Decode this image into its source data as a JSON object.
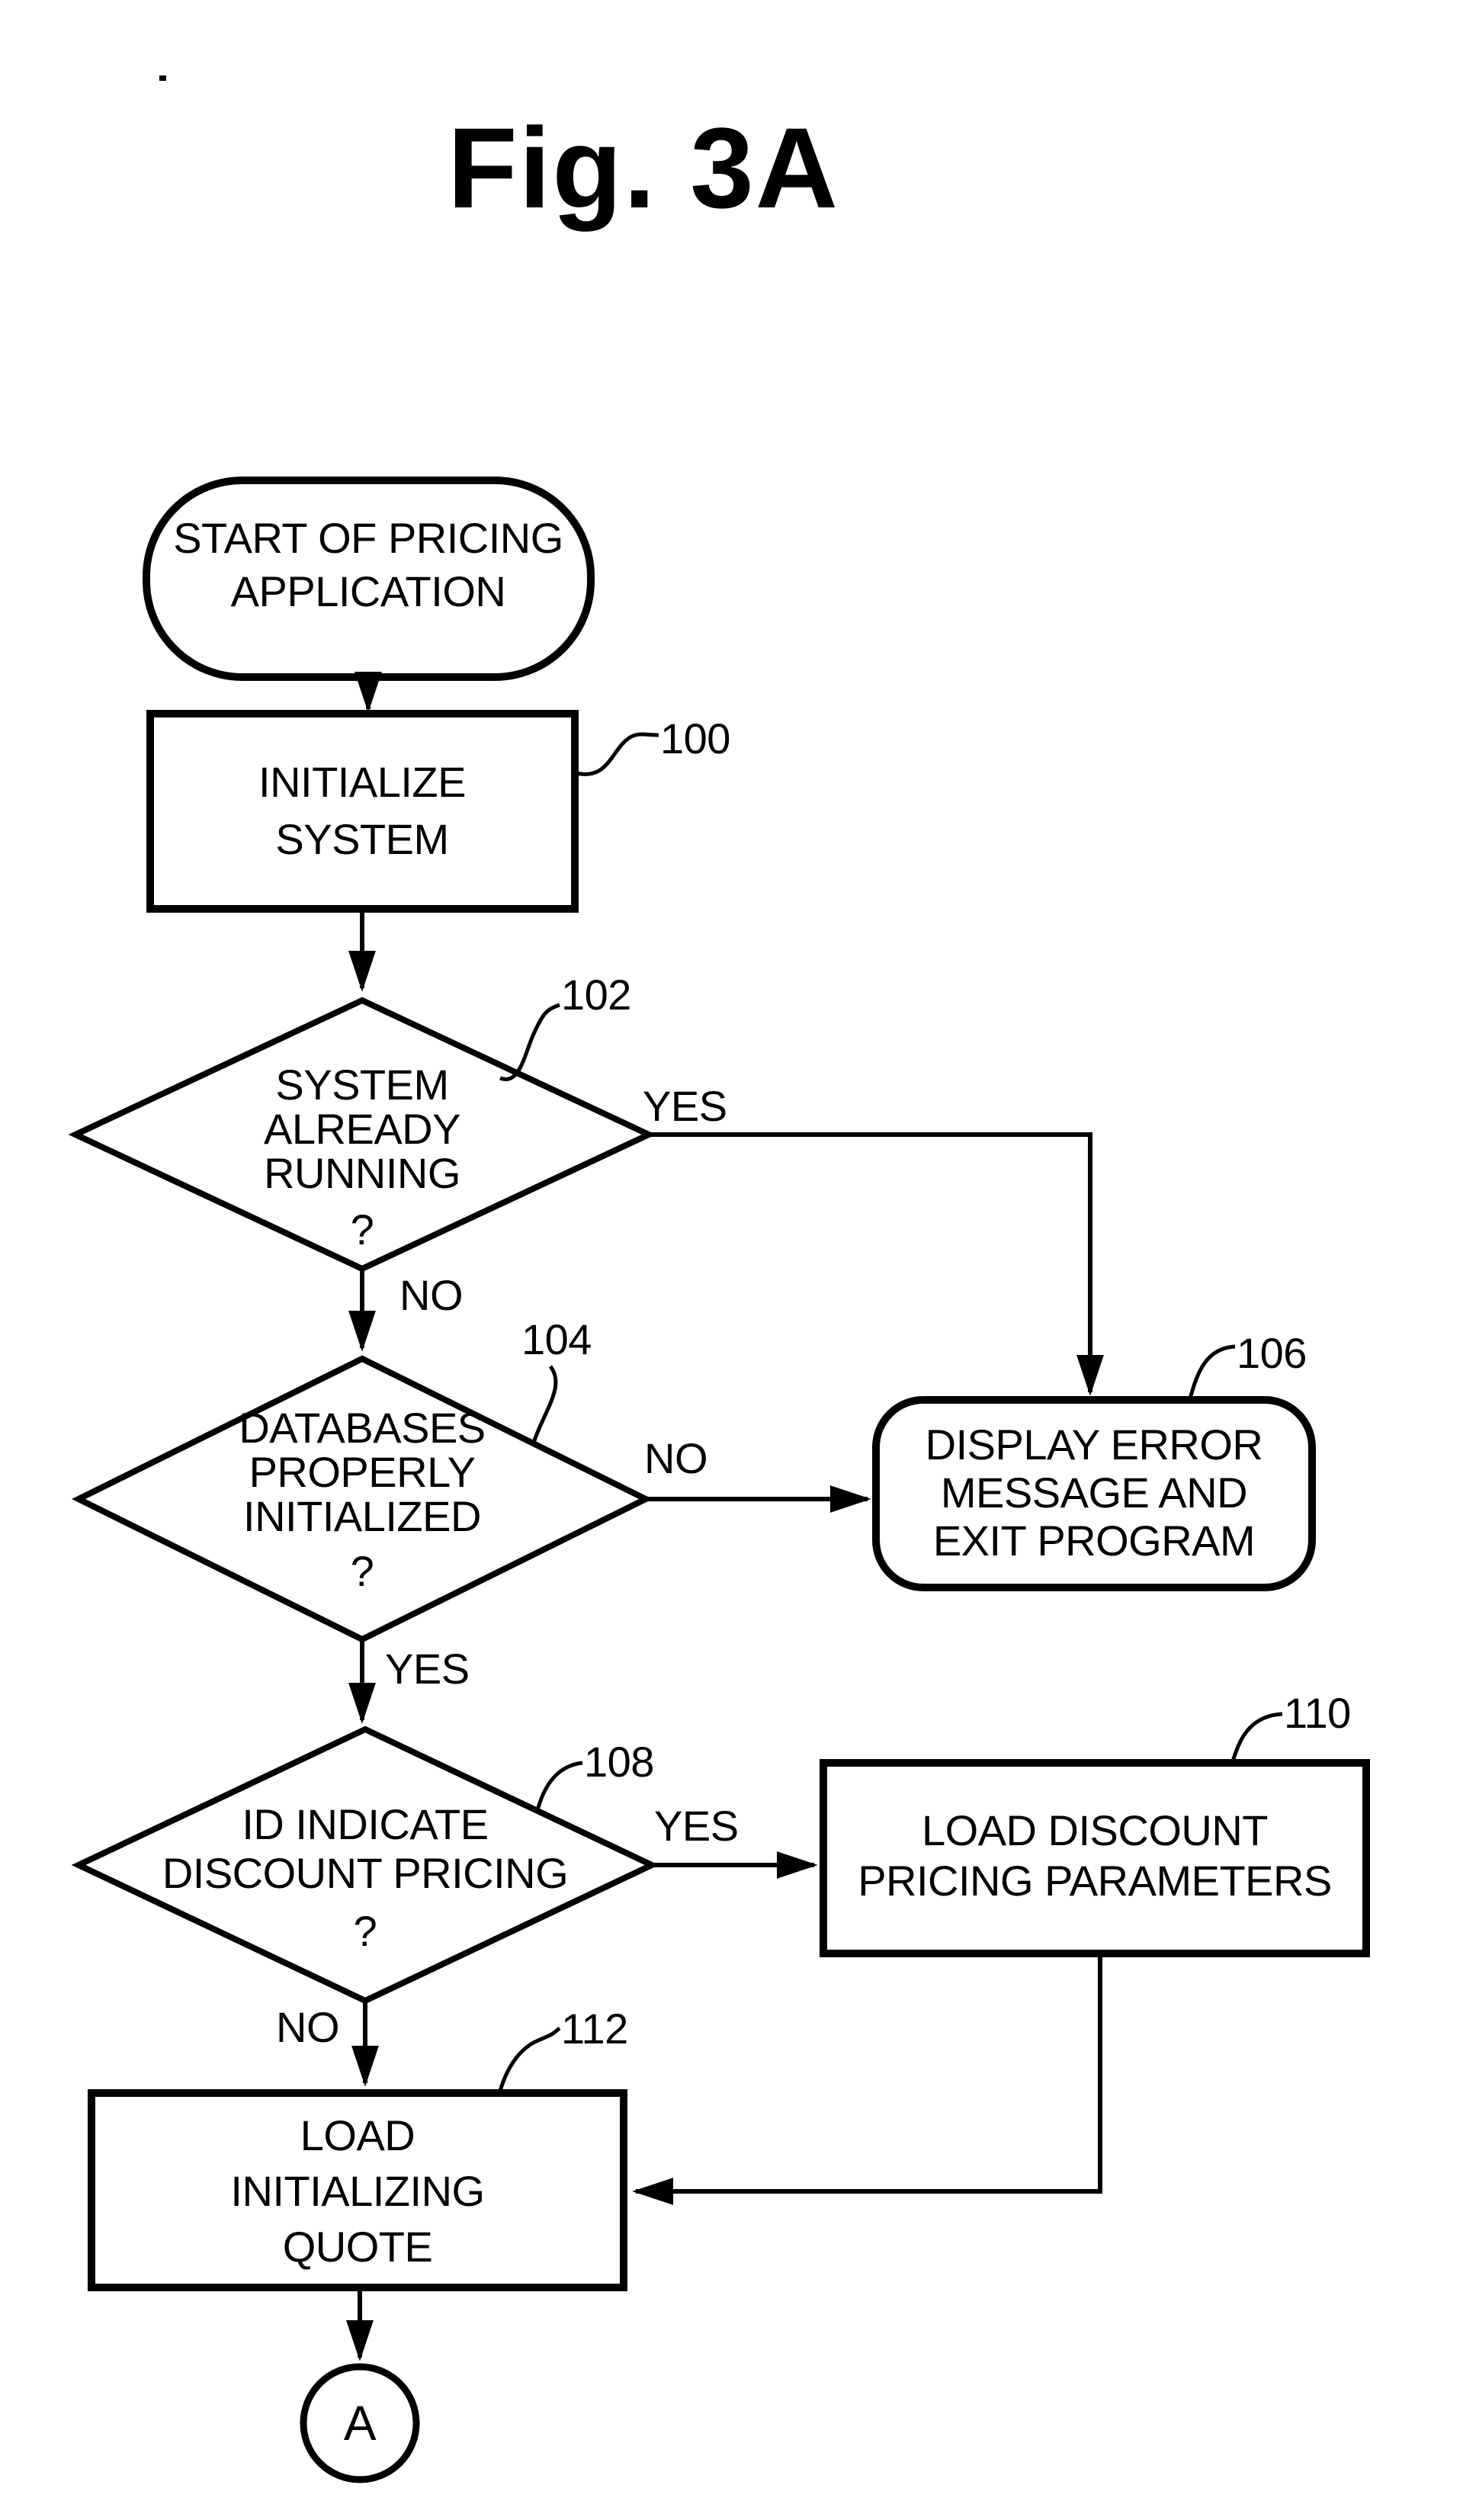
{
  "figure": {
    "title": "Fig. 3A"
  },
  "colors": {
    "ink": "#000000",
    "paper": "#ffffff"
  },
  "nodes": {
    "start": {
      "type": "terminator",
      "lines": [
        "START OF PRICING",
        "APPLICATION"
      ]
    },
    "initialize_system": {
      "type": "process",
      "ref": "100",
      "lines": [
        "INITIALIZE",
        "SYSTEM"
      ]
    },
    "system_already_running": {
      "type": "decision",
      "ref": "102",
      "lines": [
        "SYSTEM",
        "ALREADY",
        "RUNNING",
        "?"
      ]
    },
    "databases_initialized": {
      "type": "decision",
      "ref": "104",
      "lines": [
        "DATABASES",
        "PROPERLY",
        "INITIALIZED",
        "?"
      ]
    },
    "display_error": {
      "type": "terminator",
      "ref": "106",
      "lines": [
        "DISPLAY ERROR",
        "MESSAGE AND",
        "EXIT PROGRAM"
      ]
    },
    "id_indicate_discount": {
      "type": "decision",
      "ref": "108",
      "lines": [
        "ID INDICATE",
        "DISCOUNT PRICING",
        "?"
      ]
    },
    "load_discount_params": {
      "type": "process",
      "ref": "110",
      "lines": [
        "LOAD DISCOUNT",
        "PRICING PARAMETERS"
      ]
    },
    "load_initializing_quote": {
      "type": "process",
      "ref": "112",
      "lines": [
        "LOAD",
        "INITIALIZING",
        "QUOTE"
      ]
    },
    "connector_a": {
      "type": "connector",
      "label": "A"
    }
  },
  "edge_labels": {
    "running_yes": "YES",
    "running_no": "NO",
    "db_no": "NO",
    "db_yes": "YES",
    "discount_yes": "YES",
    "discount_no": "NO"
  }
}
